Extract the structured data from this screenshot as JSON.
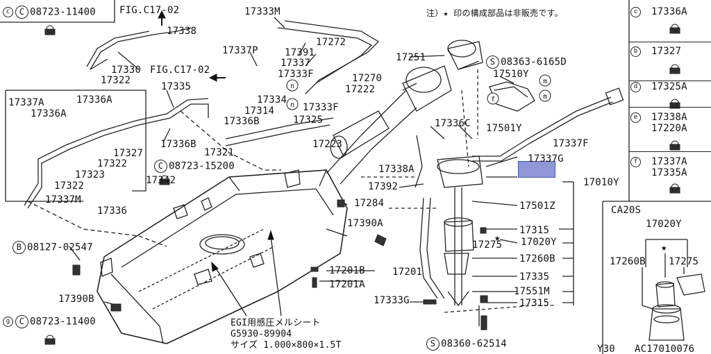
{
  "colors": {
    "ink": "#222222",
    "highlight": "#8f97d6",
    "watermark": "#e6e6e6"
  },
  "notice": "注）★ 印の構成部品は非販売です。",
  "header": {
    "fig_ref_1": "FIG.C17-02",
    "fig_ref_2": "FIG.C17-02"
  },
  "callouts": {
    "c_08723_11400_top": "08723-11400",
    "c_08723_15200": "08723-15200",
    "c_08723_11400_bottom": "08723-11400",
    "b_08127_02547": "08127-02547",
    "s_08363_6165d": "08363-6165D",
    "s_08360_62514": "08360-62514"
  },
  "parts": {
    "p17333M": "17333M",
    "p17338": "17338",
    "p17330": "17330",
    "p17322a": "17322",
    "p17337P": "17337P",
    "p17391": "17391",
    "p17337": "17337",
    "p17333F_a": "17333F",
    "p17272": "17272",
    "p17251": "17251",
    "p17270": "17270",
    "p17222": "17222",
    "p17334": "17334",
    "p17314": "17314",
    "p17333F_b": "17333F",
    "p17335a": "17335",
    "p17336B_a": "17336B",
    "p17325": "17325",
    "p17337A": "17337A",
    "p17336A_a": "17336A",
    "p17336A_b": "17336A",
    "p17327": "17327",
    "p17322b": "17322",
    "p17323": "17323",
    "p17322c": "17322",
    "p17336B_b": "17336B",
    "p17321": "17321",
    "p17223": "17223",
    "p17338A": "17338A",
    "p17336C": "17336C",
    "p17510Y": "17510Y",
    "p17501Y": "17501Y",
    "p17337F": "17337F",
    "p17337G": "17337G",
    "p17010Y": "17010Y",
    "p17342": "17342",
    "p17337M": "17337M",
    "p17336": "17336",
    "p17392": "17392",
    "p17284": "17284",
    "p17501Z": "17501Z",
    "p17390A": "17390A",
    "p17315a": "17315",
    "p17275": "17275",
    "p17020Y": "17020Y",
    "p17260B": "17260B",
    "p17201B": "17201B",
    "p17201": "17201",
    "p17201A": "17201A",
    "p17335b": "17335",
    "p17551M": "17551M",
    "p17390B": "17390B",
    "p17333G": "17333G",
    "p17315b": "17315"
  },
  "sheet_note": {
    "line1": "EGI用感圧メルシート",
    "line2": "G5930-89904",
    "line3": "サイズ 1.000×800×1.5T"
  },
  "legend": [
    {
      "mark": "c",
      "part": "17336A"
    },
    {
      "mark": "b",
      "part": "17327"
    },
    {
      "mark": "d",
      "part": "17325A"
    },
    {
      "mark": "e",
      "part": "17338A",
      "part2": "17220A"
    },
    {
      "mark": "f",
      "part": "17337A",
      "part2": "17335A"
    }
  ],
  "variant": {
    "title": "CA20S",
    "part_main": "17020Y",
    "part_left": "17260B",
    "part_right": "17275"
  },
  "footer": {
    "model": "Y30",
    "code": "AC17010076"
  },
  "marks": {
    "m": "m",
    "n": "n",
    "star": "★"
  }
}
